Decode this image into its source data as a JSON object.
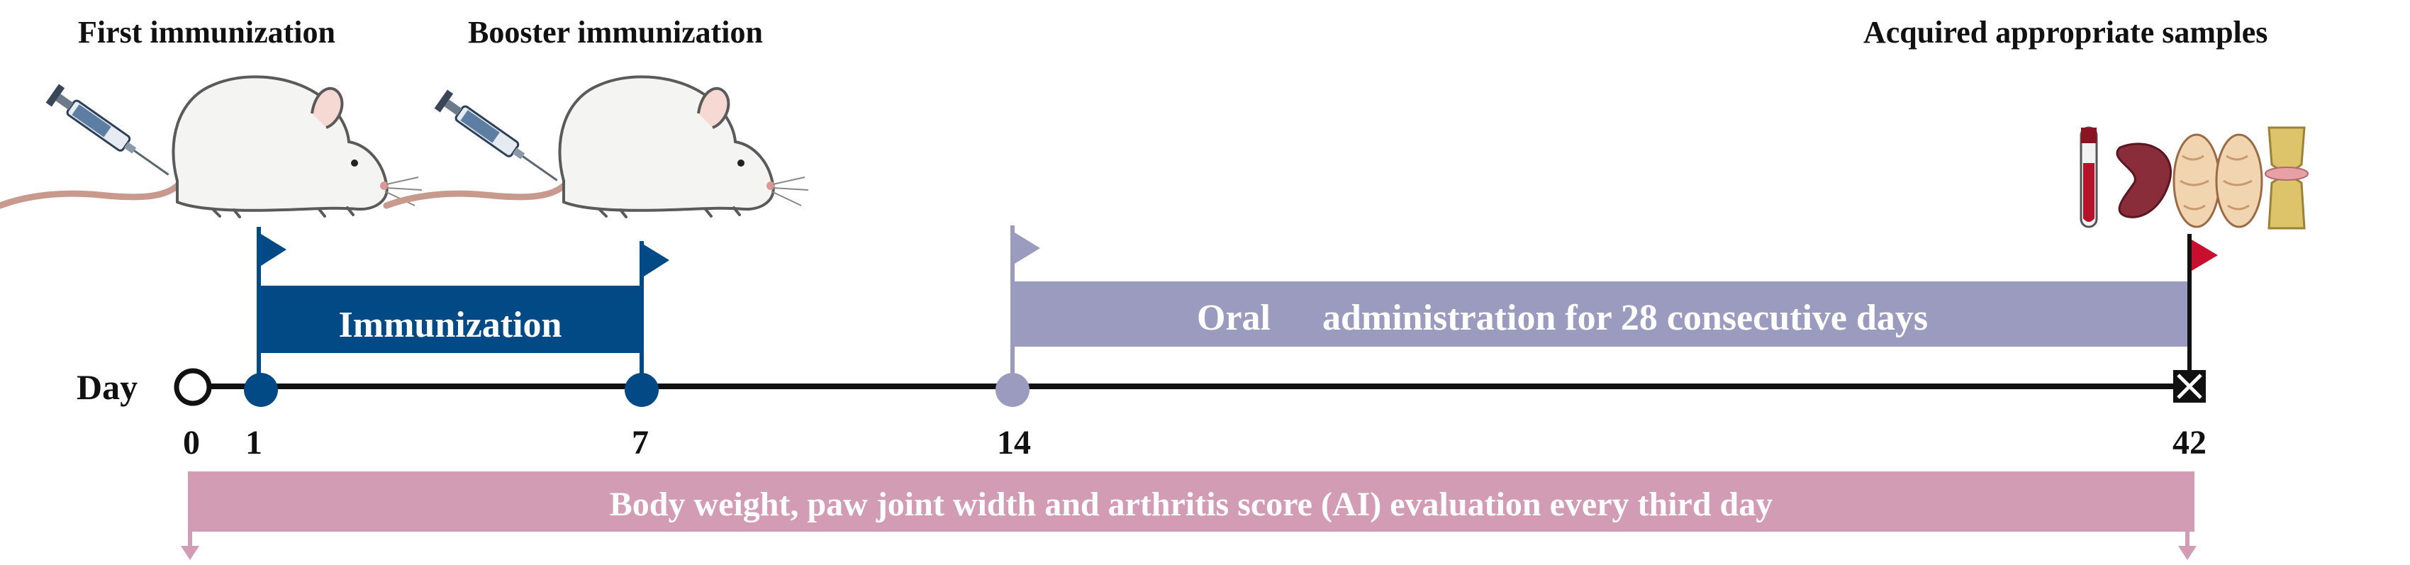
{
  "headings": {
    "first_immunization": "First immunization",
    "booster_immunization": "Booster immunization",
    "acquired_samples": "Acquired appropriate samples"
  },
  "bars": {
    "immunization": "Immunization",
    "oral": "Oral",
    "oral_rest": "administration for 28 consecutive days",
    "evaluation": "Body weight, paw joint width and arthritis score (AI) evaluation every third day"
  },
  "timeline": {
    "label": "Day",
    "ticks": [
      "0",
      "1",
      "7",
      "14",
      "42"
    ]
  },
  "icons": [
    "syringe-icon",
    "mouse-icon",
    "blood-tube-icon",
    "spleen-icon",
    "lymph-node-icon",
    "joint-icon"
  ],
  "colors": {
    "immunization_blue": "#024a86",
    "oral_lavender": "#9b9bbf",
    "evaluation_pink": "#d29cb4",
    "end_flag_red": "#c8102e",
    "axis": "#111111"
  }
}
